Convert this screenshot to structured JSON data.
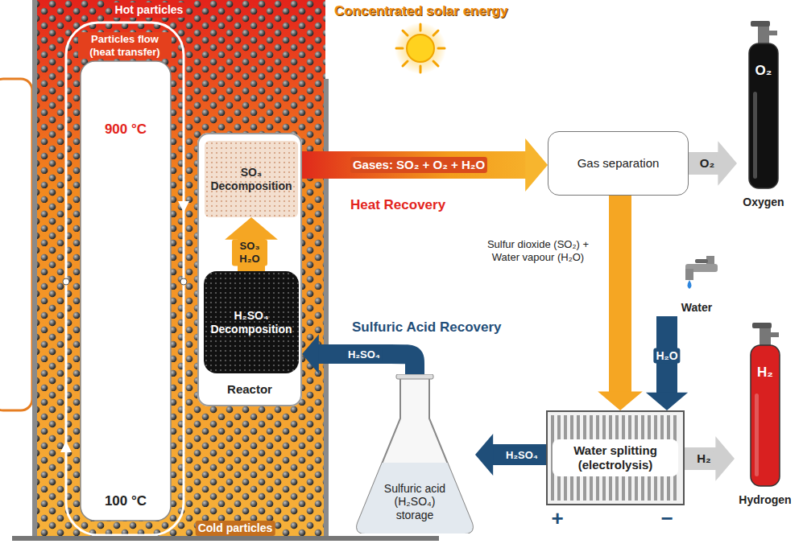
{
  "diagram": {
    "nodes": [
      {
        "text": [
          "Reactor"
        ]
      },
      {
        "text": [
          "SO₃ Decomposition"
        ],
        "in": 0
      },
      {
        "text": [
          "H₂SO₄ Decomposition"
        ],
        "in": 0
      },
      {
        "text": [
          "Gas separation"
        ]
      },
      {
        "text": [
          "O₂",
          "Oxygen"
        ]
      },
      {
        "text": [
          "Water"
        ]
      },
      {
        "text": [
          "Water splitting (electrolysis)"
        ]
      },
      {
        "text": [
          "H₂",
          "Hydrogen"
        ]
      },
      {
        "text": [
          "Sulfuric acid (H₂SO₄) storage"
        ]
      }
    ],
    "edges": [
      {
        "from": 2,
        "to": 1,
        "arrow": "to",
        "label": "SO₃ H₂O"
      },
      {
        "from": 0,
        "to": 3,
        "arrow": "to",
        "label": "Gases: SO₂ + O₂ + H₂O"
      },
      {
        "from": 3,
        "to": 4,
        "arrow": "to",
        "label": "O₂"
      },
      {
        "from": 3,
        "to": 6,
        "arrow": "to",
        "label": "Sulfur dioxide (SO₂) + Water vapour (H₂O)"
      },
      {
        "from": 5,
        "to": 6,
        "arrow": "to",
        "label": "H₂O"
      },
      {
        "from": 6,
        "to": 7,
        "arrow": "to",
        "label": "H₂"
      },
      {
        "from": 6,
        "to": 8,
        "arrow": "to",
        "label": "H₂SO₄"
      },
      {
        "from": 8,
        "to": 0,
        "arrow": "to",
        "label": "H₂SO₄"
      }
    ],
    "labels": [
      "Hot particles",
      "Concentrated solar energy",
      "Particles flow (heat transfer)",
      "900 °C",
      "100 °C",
      "Cold particles",
      "Heat Recovery",
      "Sulfuric Acid Recovery",
      "+",
      "−"
    ]
  }
}
